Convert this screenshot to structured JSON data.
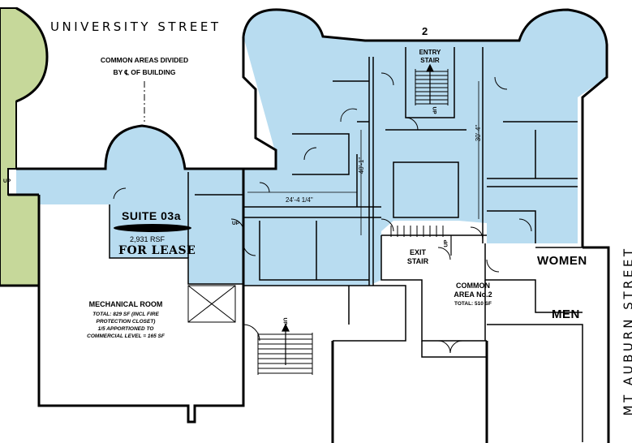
{
  "streets": {
    "north": "UNIVERSITY  STREET",
    "east": "MT  AUBURN  STREET"
  },
  "common_areas_note": {
    "line1": "COMMON AREAS DIVIDED",
    "line2": "BY ℄ OF BUILDING"
  },
  "stair_number": "2",
  "entry_stair": {
    "line1": "ENTRY",
    "line2": "STAIR"
  },
  "exit_stair": {
    "line1": "EXIT",
    "line2": "STAIR"
  },
  "suite": {
    "name": "SUITE 03a",
    "area": "2,931 RSF",
    "status": "FOR LEASE"
  },
  "dimensions": {
    "width": "24'-4 1/4\"",
    "depth1": "40'-1\"",
    "depth2": "30'-4\""
  },
  "up_labels": [
    "UP",
    "UP",
    "UP",
    "UP",
    "UP"
  ],
  "mechanical_room": {
    "title": "MECHANICAL ROOM",
    "line1": "TOTAL: 829 SF (INCL FIRE",
    "line2": "PROTECTION CLOSET)",
    "line3": "1/5 APPORTIONED TO",
    "line4": "COMMERCIAL LEVEL = 165 SF"
  },
  "common_area_2": {
    "line1": "COMMON",
    "line2": "AREA No.2",
    "line3": "TOTAL: 510 SF"
  },
  "restrooms": {
    "women": "WOMEN",
    "men": "MEN"
  },
  "colors": {
    "suite_fill": "#b8dcf0",
    "adjacent_fill": "#c6d89a",
    "wall": "#000000",
    "background": "#ffffff"
  }
}
